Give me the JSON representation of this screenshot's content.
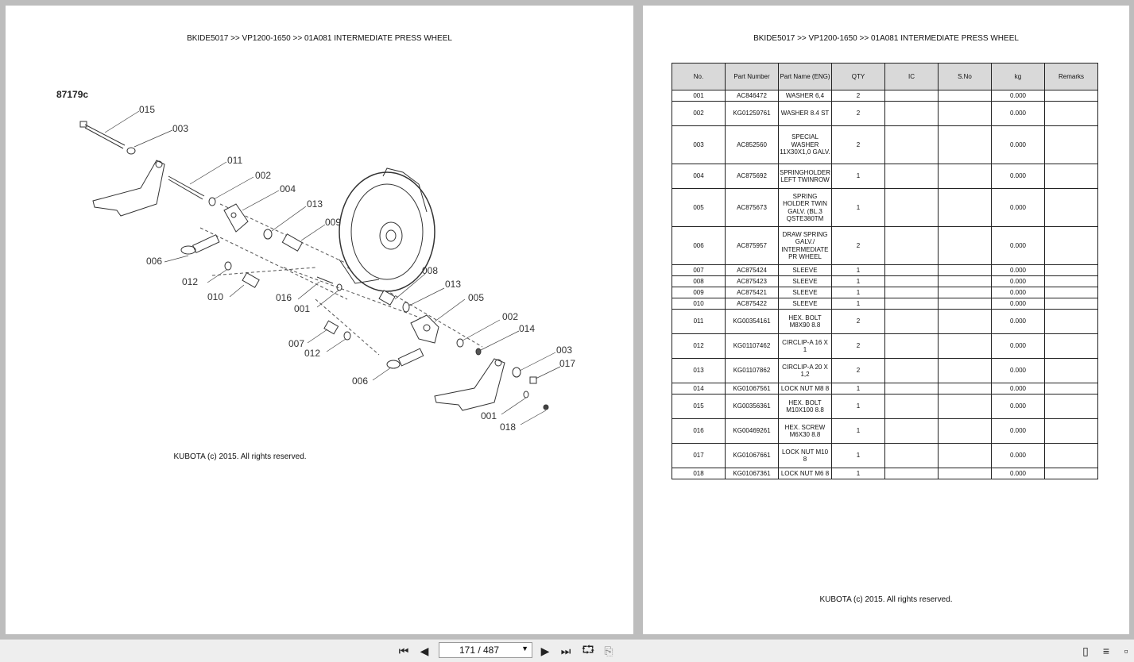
{
  "left_page": {
    "header": "BKIDE5017 >> VP1200-1650 >> 01A081   INTERMEDIATE PRESS WHEEL",
    "diagram_code": "87179c",
    "callouts": [
      "015",
      "003",
      "011",
      "002",
      "004",
      "013",
      "009",
      "006",
      "012",
      "010",
      "016",
      "001",
      "008",
      "013",
      "005",
      "002",
      "014",
      "007",
      "012",
      "006",
      "003",
      "017",
      "001",
      "018"
    ],
    "footer": "KUBOTA (c) 2015. All rights reserved."
  },
  "right_page": {
    "header": "BKIDE5017 >> VP1200-1650 >> 01A081   INTERMEDIATE PRESS WHEEL",
    "columns": [
      "No.",
      "Part Number",
      "Part Name (ENG)",
      "QTY",
      "IC",
      "S.No",
      "kg",
      "Remarks"
    ],
    "rows": [
      {
        "no": "001",
        "part": "AC846472",
        "name": "WASHER  6,4",
        "qty": "2",
        "ic": "",
        "sno": "",
        "kg": "0.000",
        "rem": ""
      },
      {
        "no": "002",
        "part": "KG01259761",
        "name": "WASHER 8.4 ST",
        "qty": "2",
        "ic": "",
        "sno": "",
        "kg": "0.000",
        "rem": ""
      },
      {
        "no": "003",
        "part": "AC852560",
        "name": "SPECIAL WASHER 11X30X1,0 GALV.",
        "qty": "2",
        "ic": "",
        "sno": "",
        "kg": "0.000",
        "rem": ""
      },
      {
        "no": "004",
        "part": "AC875692",
        "name": "SPRINGHOLDER LEFT TWINROW",
        "qty": "1",
        "ic": "",
        "sno": "",
        "kg": "0.000",
        "rem": ""
      },
      {
        "no": "005",
        "part": "AC875673",
        "name": "SPRING HOLDER TWIN GALV. (BL.3 QSTE380TM",
        "qty": "1",
        "ic": "",
        "sno": "",
        "kg": "0.000",
        "rem": ""
      },
      {
        "no": "006",
        "part": "AC875957",
        "name": "DRAW SPRING GALV./ INTERMEDIATE PR WHEEL",
        "qty": "2",
        "ic": "",
        "sno": "",
        "kg": "0.000",
        "rem": ""
      },
      {
        "no": "007",
        "part": "AC875424",
        "name": "SLEEVE",
        "qty": "1",
        "ic": "",
        "sno": "",
        "kg": "0.000",
        "rem": ""
      },
      {
        "no": "008",
        "part": "AC875423",
        "name": "SLEEVE",
        "qty": "1",
        "ic": "",
        "sno": "",
        "kg": "0.000",
        "rem": ""
      },
      {
        "no": "009",
        "part": "AC875421",
        "name": "SLEEVE",
        "qty": "1",
        "ic": "",
        "sno": "",
        "kg": "0.000",
        "rem": ""
      },
      {
        "no": "010",
        "part": "AC875422",
        "name": "SLEEVE",
        "qty": "1",
        "ic": "",
        "sno": "",
        "kg": "0.000",
        "rem": ""
      },
      {
        "no": "011",
        "part": "KG00354161",
        "name": "HEX. BOLT M8X90 8.8",
        "qty": "2",
        "ic": "",
        "sno": "",
        "kg": "0.000",
        "rem": ""
      },
      {
        "no": "012",
        "part": "KG01107462",
        "name": "CIRCLIP-A 16 X 1",
        "qty": "2",
        "ic": "",
        "sno": "",
        "kg": "0.000",
        "rem": ""
      },
      {
        "no": "013",
        "part": "KG01107862",
        "name": "CIRCLIP-A 20 X 1,2",
        "qty": "2",
        "ic": "",
        "sno": "",
        "kg": "0.000",
        "rem": ""
      },
      {
        "no": "014",
        "part": "KG01067561",
        "name": "LOCK NUT M8 8",
        "qty": "1",
        "ic": "",
        "sno": "",
        "kg": "0.000",
        "rem": ""
      },
      {
        "no": "015",
        "part": "KG00356361",
        "name": "HEX. BOLT M10X100 8.8",
        "qty": "1",
        "ic": "",
        "sno": "",
        "kg": "0.000",
        "rem": ""
      },
      {
        "no": "016",
        "part": "KG00469261",
        "name": "HEX. SCREW M6X30 8.8",
        "qty": "1",
        "ic": "",
        "sno": "",
        "kg": "0.000",
        "rem": ""
      },
      {
        "no": "017",
        "part": "KG01067661",
        "name": "LOCK NUT M10 8",
        "qty": "1",
        "ic": "",
        "sno": "",
        "kg": "0.000",
        "rem": ""
      },
      {
        "no": "018",
        "part": "KG01067361",
        "name": "LOCK NUT M6 8",
        "qty": "1",
        "ic": "",
        "sno": "",
        "kg": "0.000",
        "rem": ""
      }
    ],
    "footer": "KUBOTA (c) 2015. All rights reserved."
  },
  "toolbar": {
    "page_indicator": "171 / 487",
    "icons": [
      "first-page-icon",
      "prev-page-icon",
      "next-page-icon",
      "last-page-icon",
      "rotate-icon",
      "copy-icon",
      "single-page-view-icon",
      "continuous-view-icon",
      "two-page-view-icon"
    ]
  }
}
